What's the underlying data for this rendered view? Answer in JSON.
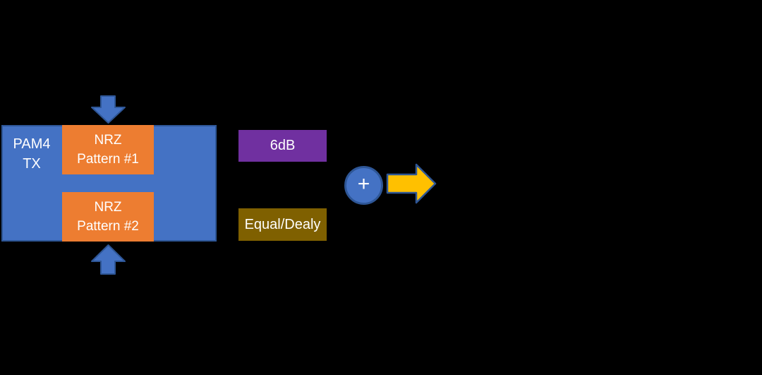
{
  "canvas": {
    "background": "#000000"
  },
  "colors": {
    "blue_fill": "#4472C4",
    "blue_border": "#2E5696",
    "orange_fill": "#ED7D31",
    "purple_fill": "#7030A0",
    "olive_fill": "#7F6000",
    "gold_fill": "#FFC000",
    "text_white": "#FFFFFF"
  },
  "diagram": {
    "pam4_block": {
      "line1": "PAM4",
      "line2": "TX"
    },
    "nrz_pattern_1": {
      "line1": "NRZ",
      "line2": "Pattern #1"
    },
    "nrz_pattern_2": {
      "line1": "NRZ",
      "line2": "Pattern #2"
    },
    "gain_box": {
      "label": "6dB"
    },
    "equalizer_box": {
      "label": "Equal/Dealy"
    },
    "summer_node": {
      "symbol": "+"
    }
  }
}
